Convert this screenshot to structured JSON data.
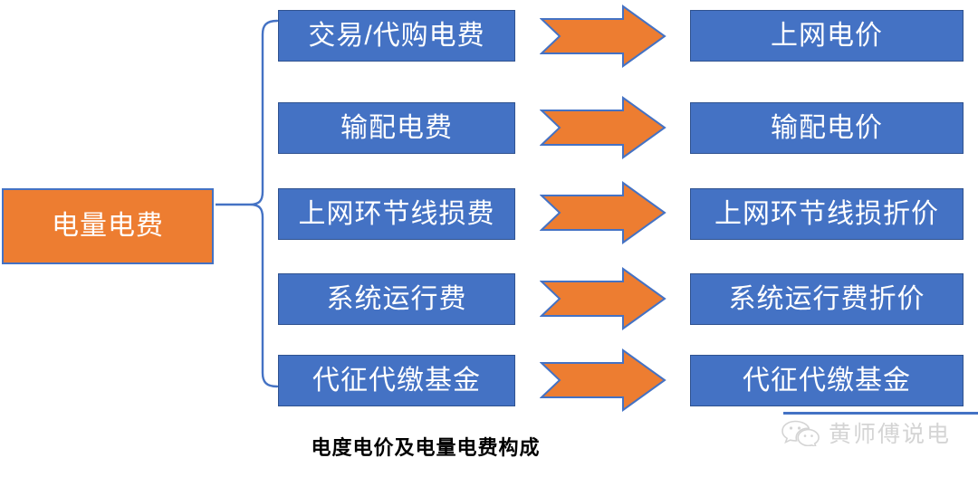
{
  "diagram": {
    "caption": "电度电价及电量电费构成",
    "source": {
      "label": "电量电费",
      "fill": "#ED7D31",
      "border": "#4472C4"
    },
    "colors": {
      "blue_fill": "#4472C4",
      "blue_border": "#2F528F",
      "orange_fill": "#ED7D31",
      "arrow_border": "#4472C4",
      "text": "#FFFFFF",
      "caption_text": "#000000"
    },
    "rows": [
      {
        "fee": "交易/代购电费",
        "price": "上网电价",
        "arrow": "right-arrow-icon"
      },
      {
        "fee": "输配电费",
        "price": "输配电价",
        "arrow": "right-arrow-icon"
      },
      {
        "fee": "上网环节线损费",
        "price": "上网环节线损折价",
        "arrow": "right-arrow-icon"
      },
      {
        "fee": "系统运行费",
        "price": "系统运行费折价",
        "arrow": "right-arrow-icon"
      },
      {
        "fee": "代征代缴基金",
        "price": "代征代缴基金",
        "arrow": "right-arrow-icon"
      }
    ]
  },
  "watermark": {
    "text": "黄师傅说电",
    "icon": "wechat-icon"
  }
}
